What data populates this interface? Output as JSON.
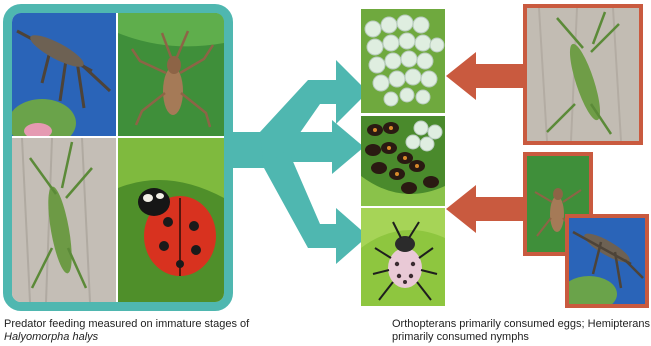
{
  "captions": {
    "left_line1": "Predator feeding measured on immature stages of",
    "left_line2": "Halyomorpha halys",
    "right_line1": "Orthopterans primarily consumed eggs; Hemipterans",
    "right_line2": "primarily consumed nymphs"
  },
  "colors": {
    "teal": "#4fb7b0",
    "rust": "#c95a3f"
  }
}
